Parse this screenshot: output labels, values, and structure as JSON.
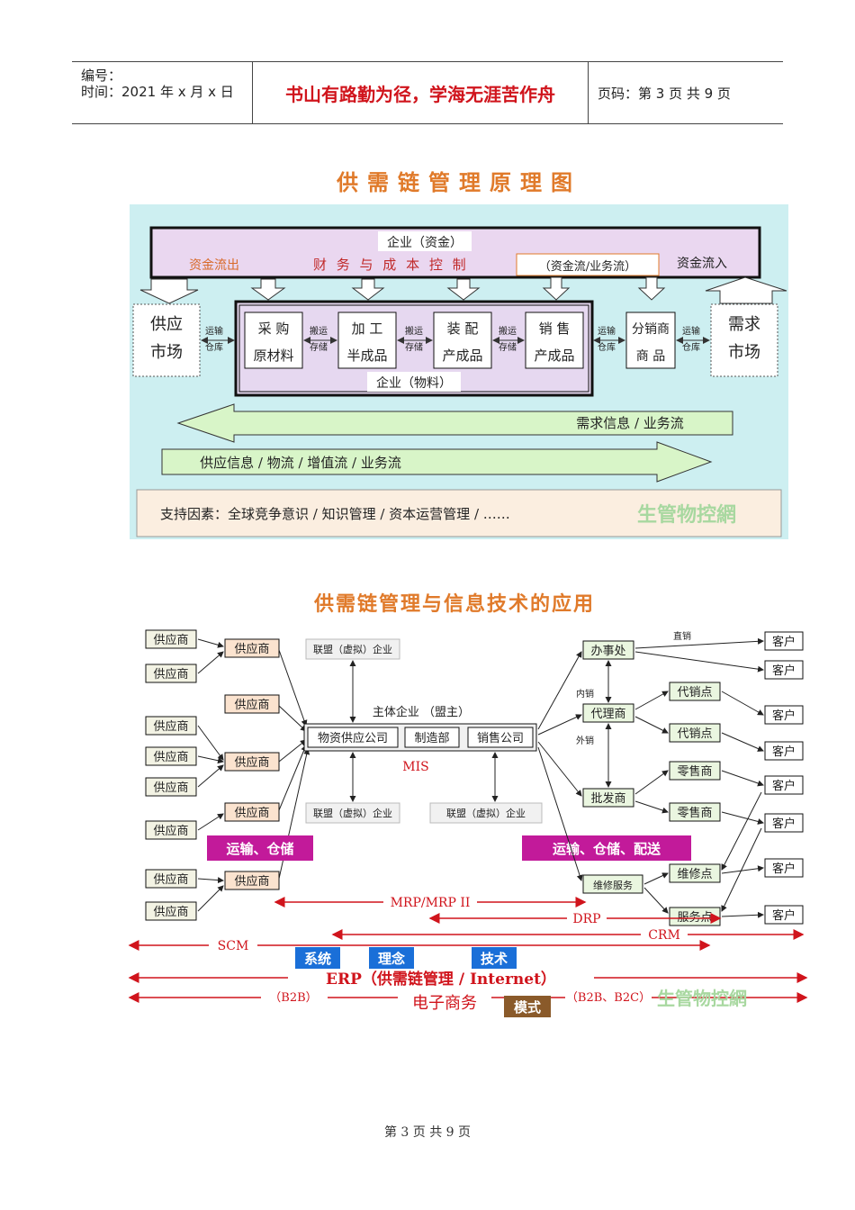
{
  "header": {
    "number_label": "编号：",
    "time": "时间：2021 年 x 月 x 日",
    "motto": "书山有路勤为径，学海无涯苦作舟",
    "page": "页码：第 3 页  共 9 页"
  },
  "fig1": {
    "title": "供需链管理原理图",
    "enterprise_funds": "企业（资金）",
    "finance": "财 务 与 成 本 控 制",
    "outflow": "资金流出",
    "inflow": "资金流入",
    "flow_note": "（资金流/业务流）",
    "supply_market": [
      "供应",
      "市场"
    ],
    "demand_market": [
      "需求",
      "市场"
    ],
    "transport": [
      "运输",
      "仓库"
    ],
    "transfer": [
      "搬运",
      "存储"
    ],
    "stages": [
      {
        "top": "采 购",
        "bottom": "原材料"
      },
      {
        "top": "加 工",
        "bottom": "半成品"
      },
      {
        "top": "装 配",
        "bottom": "产成品"
      },
      {
        "top": "销 售",
        "bottom": "产成品"
      }
    ],
    "distributor": {
      "top": "分销商",
      "bottom": "商 品"
    },
    "enterprise_material": "企业（物料）",
    "demand_info": "需求信息 / 业务流",
    "supply_info": "供应信息 / 物流 / 增值流 / 业务流",
    "support": "支持因素：全球竞争意识 / 知识管理 / 资本运营管理 / ……",
    "watermark": "生管物控網"
  },
  "fig2": {
    "title": "供需链管理与信息技术的应用",
    "supplier": "供应商",
    "virtual": "联盟（虚拟）企业",
    "main": "主体企业 （盟主）",
    "dept": [
      "物资供应公司",
      "制造部",
      "销售公司"
    ],
    "mis": "MIS",
    "trans1": "运输、仓储",
    "trans2": "运输、仓储、配送",
    "office": "办事处",
    "agent": "代理商",
    "wholesaler": "批发商",
    "consign": "代销点",
    "retailer": "零售商",
    "repair": "维修点",
    "service": "服务点",
    "repair_service": "维修服务",
    "customer": "客户",
    "direct": "直销",
    "inner": "内销",
    "outer": "外销",
    "mrp": "MRP/MRP II",
    "drp": "DRP",
    "crm": "CRM",
    "scm": "SCM",
    "system": "系统",
    "concept": "理念",
    "tech": "技术",
    "erp": "ERP（供需链管理 / Internet）",
    "b2b": "（B2B）",
    "ecommerce": "电子商务",
    "b2bc": "（B2B、B2C）",
    "mode": "模式",
    "watermark": "生管物控網"
  },
  "footer": "第 3 页  共 9 页"
}
